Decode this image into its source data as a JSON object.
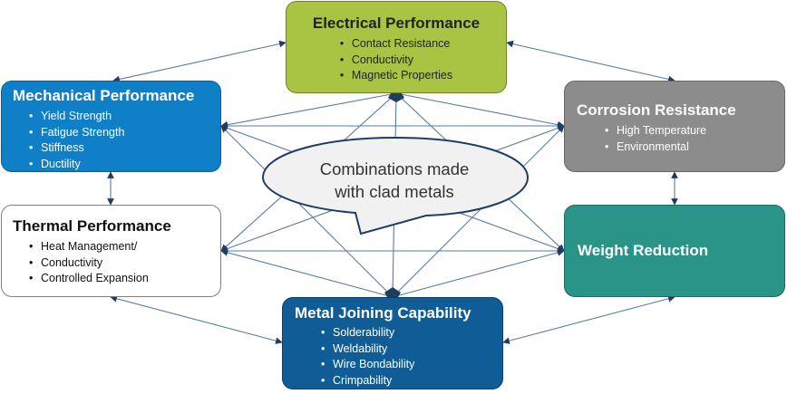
{
  "callout": {
    "line1": "Combinations made",
    "line2": "with clad metals"
  },
  "boxes": {
    "electrical": {
      "title": "Electrical Performance",
      "items": [
        "Contact Resistance",
        "Conductivity",
        "Magnetic Properties"
      ],
      "fill": "#a9c442"
    },
    "mechanical": {
      "title": "Mechanical Performance",
      "items": [
        "Yield Strength",
        "Fatigue Strength",
        "Stiffness",
        "Ductility"
      ],
      "fill": "#0f80c8"
    },
    "corrosion": {
      "title": "Corrosion Resistance",
      "items": [
        "High Temperature",
        "Environmental"
      ],
      "fill": "#8c8c8c"
    },
    "thermal": {
      "title": "Thermal Performance",
      "items": [
        "Heat Management/",
        "Conductivity",
        "Controlled Expansion"
      ],
      "fill": "#ffffff"
    },
    "weight": {
      "title": "Weight Reduction",
      "fill": "#2b9488"
    },
    "joining": {
      "title": "Metal Joining Capability",
      "items": [
        "Solderability",
        "Weldability",
        "Wire Bondability",
        "Crimpability"
      ],
      "fill": "#0f5c96"
    }
  },
  "connector_color": "#3f5f85"
}
